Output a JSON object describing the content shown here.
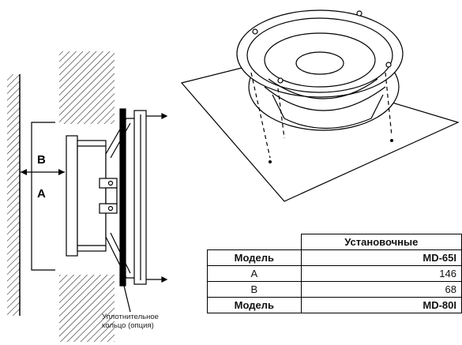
{
  "diagram": {
    "labels": {
      "b": "B",
      "a": "A"
    },
    "ring_caption": [
      "Уплотнительное",
      "кольцо (опция)"
    ]
  },
  "table": {
    "header": "Установочные",
    "rows": [
      {
        "label": "Модель",
        "value": "MD-65I",
        "bold": true
      },
      {
        "label": "A",
        "value": "146",
        "bold": false
      },
      {
        "label": "B",
        "value": "68",
        "bold": false
      },
      {
        "label": "Модель",
        "value": "MD-80I",
        "bold": true
      }
    ]
  }
}
